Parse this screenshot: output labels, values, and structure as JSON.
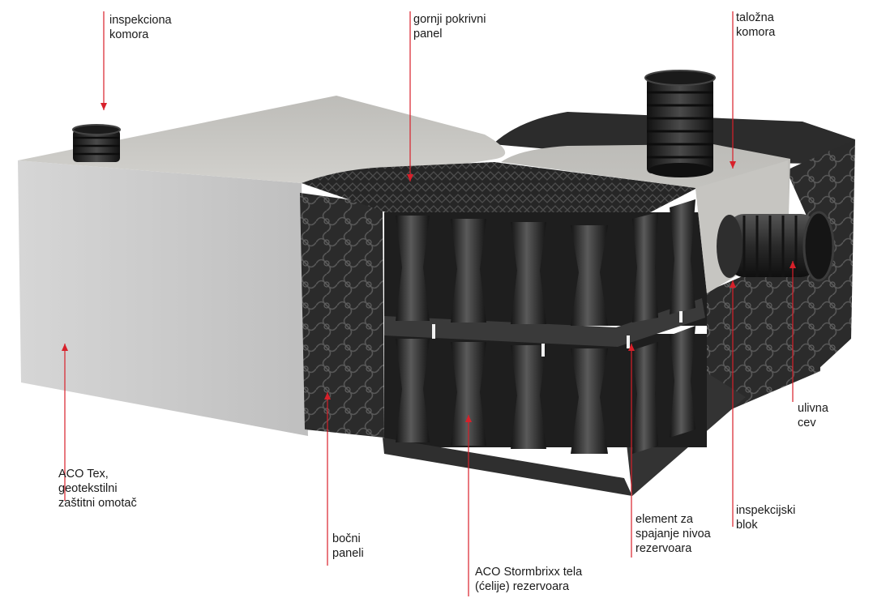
{
  "labels": {
    "inspection_chamber": [
      "inspekciona",
      "komora"
    ],
    "top_cover_panel": [
      "gornji pokrivni",
      "panel"
    ],
    "settling_chamber": [
      "taložna",
      "komora"
    ],
    "inlet_pipe": [
      "ulivna",
      "cev"
    ],
    "geotextile": [
      "ACO Tex,",
      "geotekstilni",
      "zaštitni omotač"
    ],
    "side_panels": [
      "bočni",
      "paneli"
    ],
    "tank_cells": [
      "ACO Stormbrixx tela",
      "(ćelije) rezervoara"
    ],
    "level_connector": [
      "element za",
      "spajanje nivoa",
      "rezervoara"
    ],
    "inspection_block": [
      "inspekcijski",
      "blok"
    ]
  },
  "colors": {
    "leader": "#d8202a",
    "geotextile": "#cfcfcf",
    "structure": "#2a2a2a",
    "text": "#1a1a1a"
  }
}
